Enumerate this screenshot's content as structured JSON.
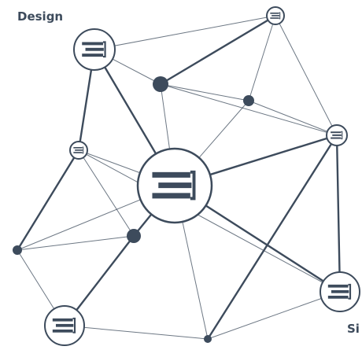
{
  "labels": {
    "top_left": "Design",
    "bottom_right": "Si"
  },
  "colors": {
    "stroke": "#3d4b5c",
    "fill": "#ffffff",
    "dot": "#3d4b5c"
  },
  "icon_name": "stacked-bars-logo-icon",
  "nodes": [
    {
      "id": "center",
      "kind": "hub",
      "icon": "stacked-bars-logo-icon"
    },
    {
      "id": "design",
      "kind": "hub",
      "icon": "stacked-bars-logo-icon"
    },
    {
      "id": "top-right",
      "kind": "hub",
      "icon": "stacked-bars-logo-icon"
    },
    {
      "id": "right",
      "kind": "hub",
      "icon": "stacked-bars-logo-icon"
    },
    {
      "id": "bottom-right",
      "kind": "hub",
      "icon": "stacked-bars-logo-icon"
    },
    {
      "id": "bottom-left",
      "kind": "hub",
      "icon": "stacked-bars-logo-icon"
    },
    {
      "id": "left-small",
      "kind": "hub",
      "icon": "stacked-bars-logo-icon"
    },
    {
      "id": "dot-upper",
      "kind": "dot"
    },
    {
      "id": "dot-mid-right",
      "kind": "dot"
    },
    {
      "id": "dot-lower-center",
      "kind": "dot"
    },
    {
      "id": "dot-left",
      "kind": "dot"
    },
    {
      "id": "dot-bottom",
      "kind": "dot"
    }
  ],
  "links": [
    {
      "from": "design",
      "to": "top-right",
      "weight": "thin"
    },
    {
      "from": "design",
      "to": "dot-upper",
      "weight": "thin"
    },
    {
      "from": "design",
      "to": "left-small",
      "weight": "thick"
    },
    {
      "from": "design",
      "to": "center",
      "weight": "thick"
    },
    {
      "from": "top-right",
      "to": "dot-upper",
      "weight": "thick"
    },
    {
      "from": "top-right",
      "to": "dot-mid-right",
      "weight": "thin"
    },
    {
      "from": "top-right",
      "to": "right",
      "weight": "thin"
    },
    {
      "from": "dot-upper",
      "to": "center",
      "weight": "thin"
    },
    {
      "from": "dot-upper",
      "to": "right",
      "weight": "thin"
    },
    {
      "from": "dot-mid-right",
      "to": "center",
      "weight": "thin"
    },
    {
      "from": "dot-mid-right",
      "to": "right",
      "weight": "thin"
    },
    {
      "from": "right",
      "to": "center",
      "weight": "thick"
    },
    {
      "from": "right",
      "to": "bottom-right",
      "weight": "thick"
    },
    {
      "from": "right",
      "to": "dot-bottom",
      "weight": "thick"
    },
    {
      "from": "left-small",
      "to": "center",
      "weight": "thin"
    },
    {
      "from": "left-small",
      "to": "dot-left",
      "weight": "thick"
    },
    {
      "from": "left-small",
      "to": "dot-lower-center",
      "weight": "thin"
    },
    {
      "from": "left-small",
      "to": "bottom-right",
      "weight": "thin"
    },
    {
      "from": "center",
      "to": "dot-lower-center",
      "weight": "thick"
    },
    {
      "from": "center",
      "to": "bottom-right",
      "weight": "thick"
    },
    {
      "from": "center",
      "to": "dot-bottom",
      "weight": "thin"
    },
    {
      "from": "center",
      "to": "dot-left",
      "weight": "thin"
    },
    {
      "from": "dot-left",
      "to": "dot-lower-center",
      "weight": "thin"
    },
    {
      "from": "dot-left",
      "to": "bottom-left",
      "weight": "thin"
    },
    {
      "from": "dot-lower-center",
      "to": "bottom-left",
      "weight": "thick"
    },
    {
      "from": "bottom-left",
      "to": "dot-bottom",
      "weight": "thin"
    },
    {
      "from": "bottom-right",
      "to": "dot-bottom",
      "weight": "thin"
    },
    {
      "from": "dot-mid-right",
      "to": "dot-upper",
      "weight": "thin"
    }
  ]
}
